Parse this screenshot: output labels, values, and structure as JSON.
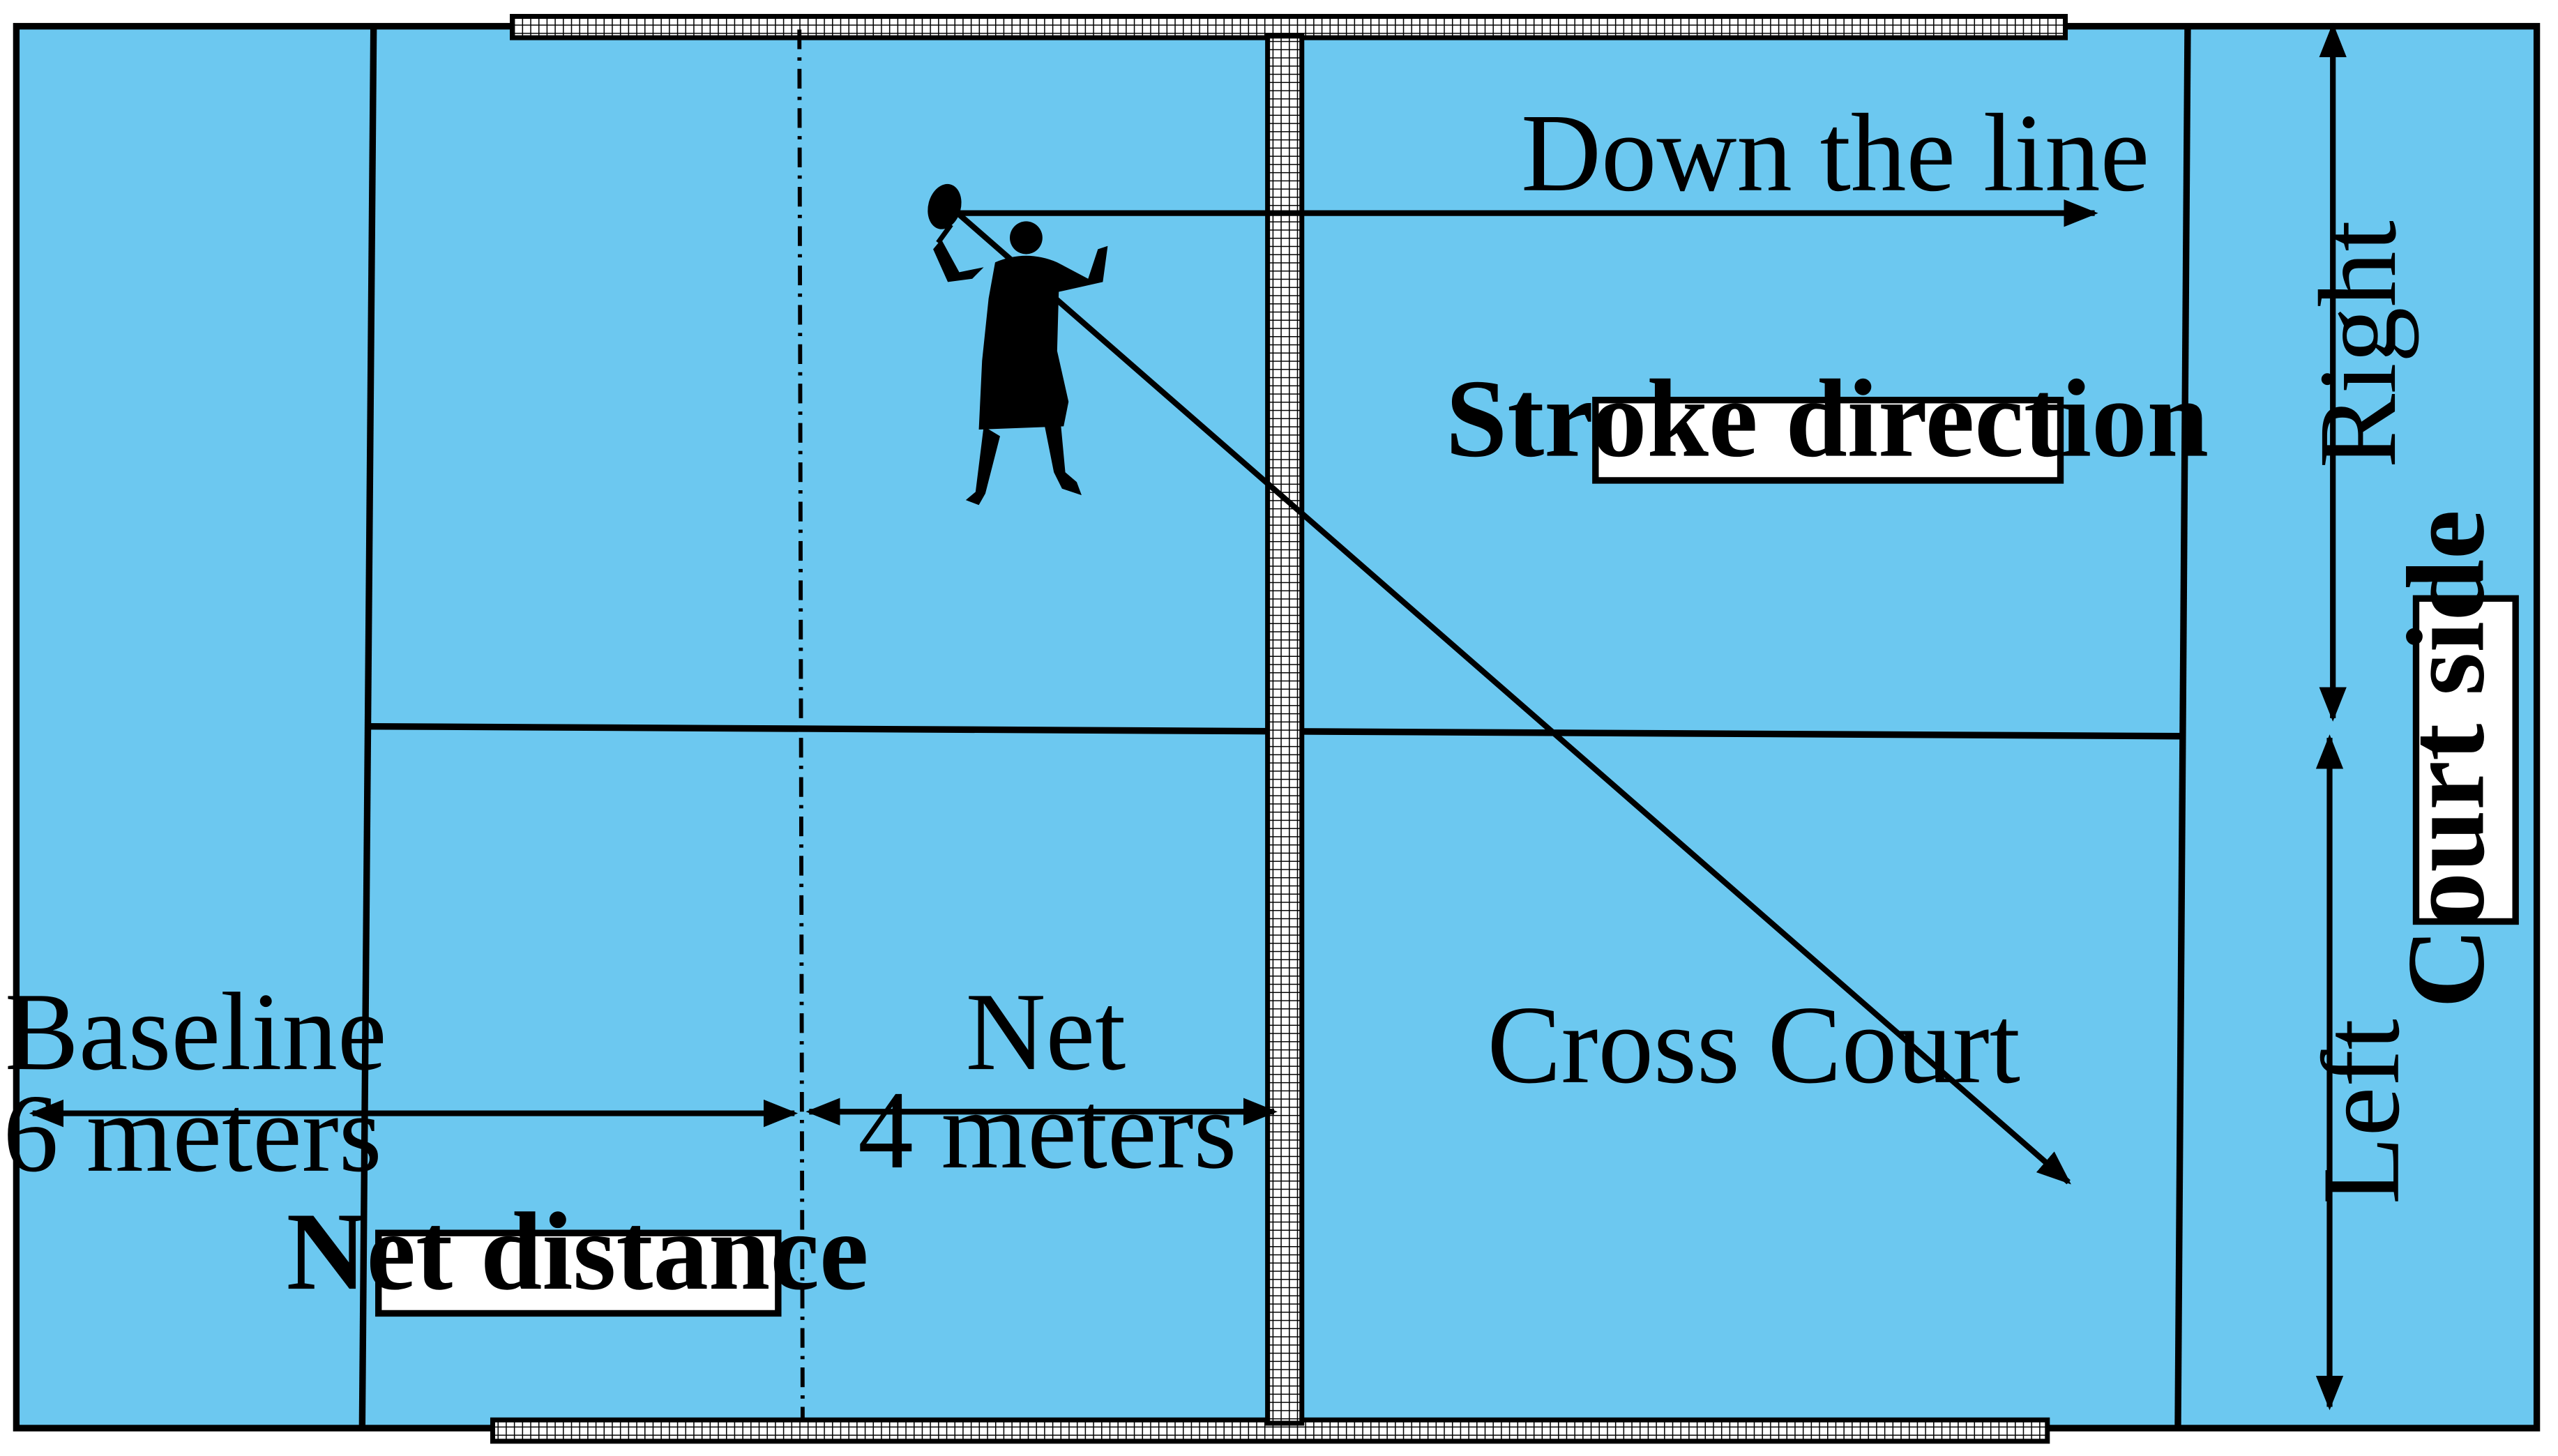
{
  "colors": {
    "court": "#6CC8F0",
    "line": "#000000",
    "box": "#FFFFFF"
  },
  "labels": {
    "down_the_line": "Down the line",
    "stroke_direction": "Stroke direction",
    "right": "Right",
    "court_side": "Court side",
    "left": "Left",
    "baseline": "Baseline",
    "six_meters": "6 meters",
    "net": "Net",
    "four_meters": "4 meters",
    "cross_court": "Cross Court",
    "net_distance": "Net distance"
  },
  "icons": {
    "player": "player-silhouette-icon"
  }
}
